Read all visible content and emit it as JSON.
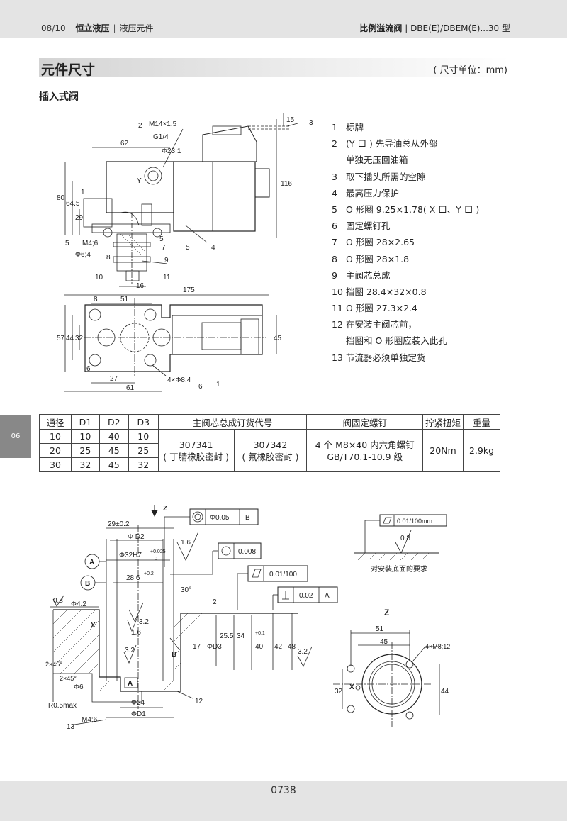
{
  "header": {
    "page_fraction": "08/10",
    "brand": "恒立液压",
    "category": "液压元件",
    "product_bold": "比例溢流阀",
    "product_model": "DBE(E)/DBEM(E)...30 型"
  },
  "section": {
    "title": "元件尺寸",
    "unit": "( 尺寸单位：mm)",
    "subtitle": "插入式阀"
  },
  "side_tab": "06",
  "notes": [
    {
      "n": "1",
      "t": "标牌"
    },
    {
      "n": "2",
      "t": "(Y 口 ) 先导油总从外部"
    },
    {
      "n": "",
      "t": "单独无压回油箱"
    },
    {
      "n": "3",
      "t": "取下插头所需的空隙"
    },
    {
      "n": "4",
      "t": "最高压力保护"
    },
    {
      "n": "5",
      "t": "O 形圈 9.25×1.78( X 口、Y 口 )"
    },
    {
      "n": "6",
      "t": "固定螺钉孔"
    },
    {
      "n": "7",
      "t": "O 形圈 28×2.65"
    },
    {
      "n": "8",
      "t": "O 形圈 28×1.8"
    },
    {
      "n": "9",
      "t": "主阀芯总成"
    },
    {
      "n": "10",
      "t": "挡圈 28.4×32×0.8"
    },
    {
      "n": "11",
      "t": "O 形圈 27.3×2.4"
    },
    {
      "n": "12",
      "t": "在安装主阀芯前，"
    },
    {
      "n": "",
      "t": "挡圈和 O 形圈应装入此孔"
    },
    {
      "n": "13",
      "t": "节流器必须单独定货"
    }
  ],
  "table": {
    "headers": [
      "通径",
      "D1",
      "D2",
      "D3",
      "主阀芯总成订货代号",
      "阀固定螺钉",
      "拧紧扭矩",
      "重量"
    ],
    "rows": [
      [
        "10",
        "10",
        "40",
        "10"
      ],
      [
        "20",
        "25",
        "45",
        "25"
      ],
      [
        "30",
        "32",
        "45",
        "32"
      ]
    ],
    "order_code_1": "307341",
    "order_code_1_note": "( 丁腈橡胶密封 )",
    "order_code_2": "307342",
    "order_code_2_note": "( 氟橡胶密封 )",
    "screw_line1": "4 个 M8×40 内六角螺钉",
    "screw_line2": "GB/T70.1-10.9 级",
    "torque": "20Nm",
    "weight": "2.9kg"
  },
  "drawing1": {
    "labels": {
      "m14": "M14×1.5",
      "g14": "G1/4",
      "d62": "62",
      "phi23": "Φ23;1",
      "y": "Y",
      "d15": "15",
      "d116": "116",
      "d80": "80",
      "d64": "64.5",
      "d29": "29",
      "d1": "1",
      "m46": "M4;6",
      "phi64": "Φ6;4",
      "d16": "16",
      "d175": "175",
      "d8": "8",
      "d51": "51",
      "d57": "57",
      "d44": "44",
      "d32": "32",
      "d45": "45",
      "d27": "27",
      "d61": "61",
      "phi84": "4×Φ8.4",
      "d6": "6",
      "c1": "1",
      "c2": "2",
      "c3": "3",
      "c4": "4",
      "c5a": "5",
      "c5b": "5",
      "c5c": "5",
      "c6": "6",
      "c7": "7",
      "c8": "8",
      "c9": "9",
      "c10": "10",
      "c11": "11",
      "c6b": "6",
      "c1b": "1"
    }
  },
  "drawing2": {
    "labels": {
      "z": "Z",
      "tol_005": "Φ0.05",
      "ref_b": "B",
      "d29": "29±0.2",
      "phid2": "Φ D2",
      "phi32h7": "Φ32H7",
      "tol_up025": "+0.025",
      "tol_0": "0",
      "d286": "28.6",
      "tol_up02": "+0.2",
      "ra16": "1.6",
      "tol_0008": "0.008",
      "tol_01100": "0.01/100",
      "a_circ": "A",
      "b_circ": "B",
      "deg30": "30°",
      "ra08": "0.8",
      "phi42": "Φ4.2",
      "d2": "2",
      "tol_002": "0.02",
      "ref_a": "A",
      "x": "X",
      "ra32": "3.2",
      "ra16b": "1.6",
      "d255": "25.5",
      "d34": "34",
      "d17": "17",
      "phid3": "ΦD3",
      "d40": "40",
      "d42": "42",
      "tol_up01": "+0.1",
      "d48": "48",
      "b_lbl": "B",
      "a_lbl": "A",
      "ra32b": "3.2",
      "ra32c": "3.2",
      "c2x45a": "2×45°",
      "c2x45b": "2×45°",
      "phi6": "Φ6",
      "phi24": "Φ24",
      "r05": "R0.5max",
      "c12": "12",
      "c13": "13",
      "m46": "M4;6",
      "phid1": "ΦD1"
    }
  },
  "drawing3": {
    "labels": {
      "flat": "0.01/100mm",
      "ra08": "0.8",
      "caption": "对安装底面的要求"
    }
  },
  "drawing4": {
    "labels": {
      "z": "Z",
      "d51": "51",
      "d45": "45",
      "m8": "4×M8;12",
      "x": "X",
      "d32": "32",
      "d44": "44"
    }
  },
  "footer": {
    "page_number": "0738"
  }
}
